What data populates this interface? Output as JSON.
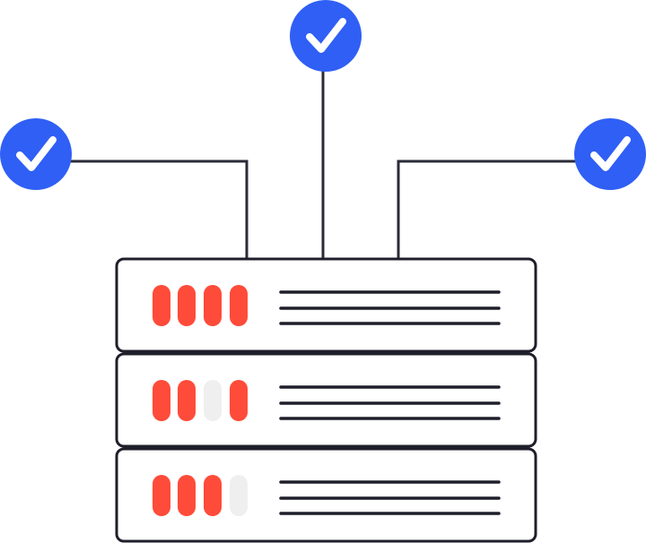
{
  "colors": {
    "check_badge": "#2f5ff5",
    "check_mark": "#ffffff",
    "connector": "#2b2b38",
    "server_outline": "#1f1f2b",
    "server_fill": "#ffffff",
    "light_on": "#ff4b3a",
    "light_off": "#efefef",
    "vent_line": "#1f1f2b"
  },
  "status_badges": [
    {
      "icon": "check-circle-icon",
      "state": "ok"
    },
    {
      "icon": "check-circle-icon",
      "state": "ok"
    },
    {
      "icon": "check-circle-icon",
      "state": "ok"
    }
  ],
  "servers": [
    {
      "lights": [
        true,
        true,
        true,
        true
      ]
    },
    {
      "lights": [
        true,
        true,
        false,
        true
      ]
    },
    {
      "lights": [
        true,
        true,
        true,
        false
      ]
    }
  ]
}
